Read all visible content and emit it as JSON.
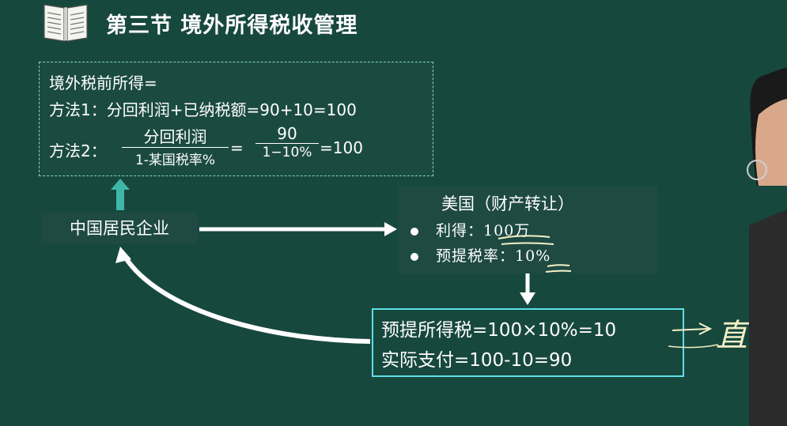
{
  "header": {
    "title": "第三节  境外所得税收管理",
    "icon": "book-icon"
  },
  "formula": {
    "line1": "境外税前所得=",
    "line2": "方法1：分回利润+已纳税额=90+10=100",
    "line3_label": "方法2：",
    "frac1_num": "分回利润",
    "frac1_den": "1-某国税率%",
    "eq1": "=",
    "frac2_num": "90",
    "frac2_den": "1−10%",
    "eq2": "=100"
  },
  "china_entity": {
    "label": "中国居民企业"
  },
  "us_entity": {
    "title": "美国（财产转让）",
    "items": [
      {
        "label": "利得：",
        "value": "100万"
      },
      {
        "label": "预提税率：",
        "value": "10%"
      }
    ]
  },
  "result": {
    "line1": "预提所得税=100×10%=10",
    "line2": "实际支付=100-10=90"
  },
  "annotation": {
    "handwriting": "直接"
  },
  "colors": {
    "background": "#17483d",
    "dashed_border": "#7fd6c8",
    "result_border": "#5ee0e6",
    "arrow_teal": "#3fb7a8",
    "box_fill": "#1e4a43",
    "handwriting": "#f4f1c6"
  }
}
